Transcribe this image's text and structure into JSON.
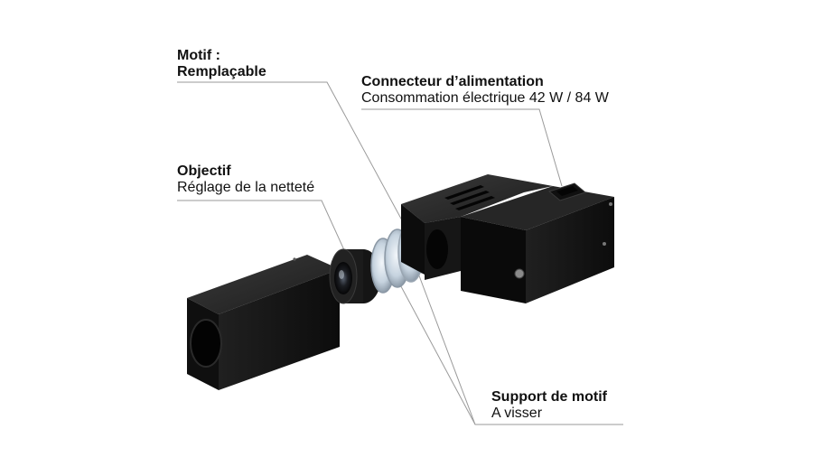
{
  "callouts": {
    "motif": {
      "title_line1": "Motif :",
      "title_line2": "Remplaçable"
    },
    "objectif": {
      "title": "Objectif",
      "subtitle": "Réglage de la netteté"
    },
    "connecteur": {
      "title": "Connecteur d’alimentation",
      "subtitle": "Consommation électrique 42 W / 84 W"
    },
    "support": {
      "title": "Support de motif",
      "subtitle": "A visser"
    }
  },
  "colors": {
    "body": "#131313",
    "body_side": "#070707",
    "body_top": "#2a2a2a",
    "lens_glass": "#b8c9da",
    "leader_line": "#9a9a9a"
  }
}
